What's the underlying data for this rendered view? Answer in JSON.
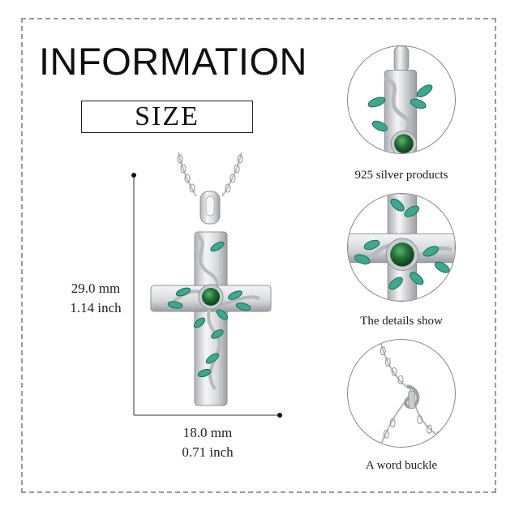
{
  "header": {
    "title": "INFORMATION",
    "size_label": "SIZE"
  },
  "dimensions": {
    "height_mm": "29.0 mm",
    "height_inch": "1.14 inch",
    "width_mm": "18.0 mm",
    "width_inch": "0.71 inch"
  },
  "details": [
    {
      "caption": "925 silver products"
    },
    {
      "caption": "The details show"
    },
    {
      "caption": "A word buckle"
    }
  ],
  "colors": {
    "silver": "#d8dadc",
    "silver_dark": "#8e9296",
    "leaf": "#3ea78f",
    "stone": "#1f6b33",
    "frame": "#9a9a9a"
  }
}
